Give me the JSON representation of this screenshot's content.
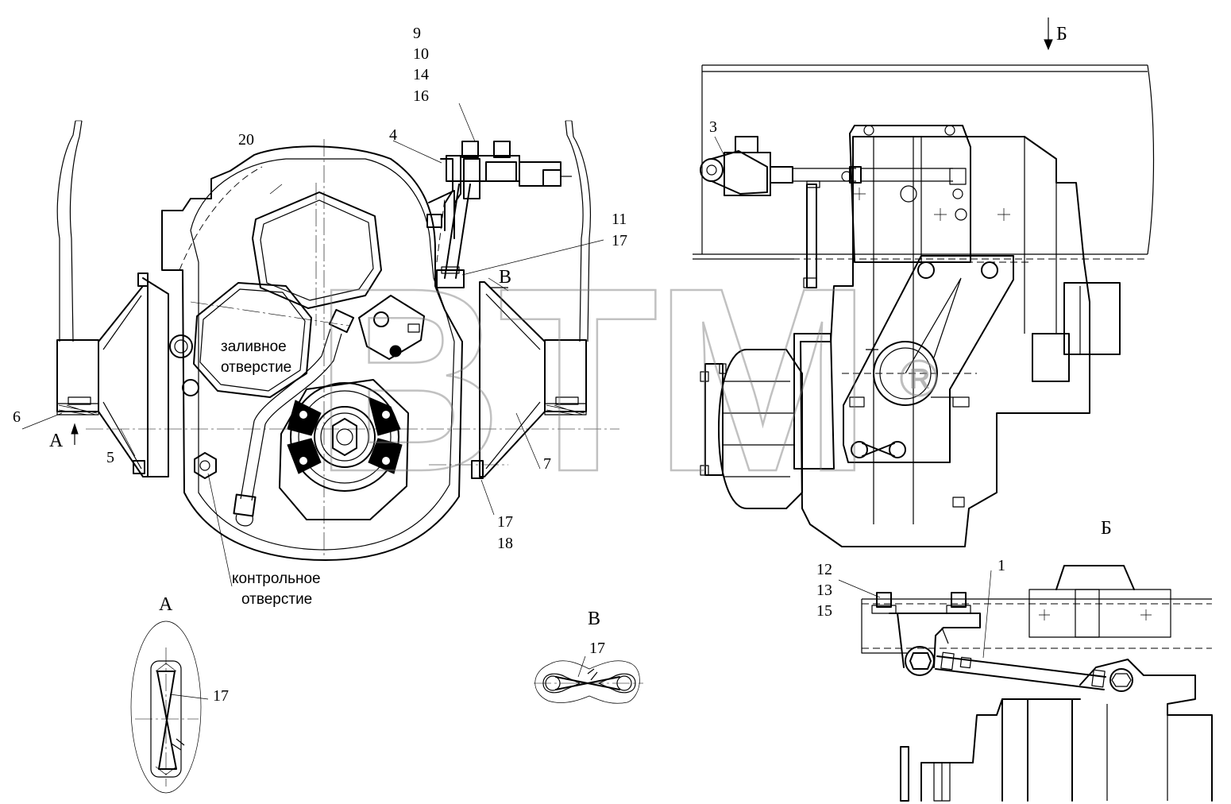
{
  "labels": {
    "l1": "1",
    "l3": "3",
    "l4": "4",
    "l5": "5",
    "l6": "6",
    "l7": "7",
    "l9": "9",
    "l10": "10",
    "l14": "14",
    "l16": "16",
    "l11": "11",
    "l17a": "17",
    "l17b": "17",
    "l18": "18",
    "l20": "20",
    "l12": "12",
    "l13": "13",
    "l15": "15",
    "l17c": "17",
    "l17d": "17"
  },
  "notes": {
    "fill_hole_1": "заливное",
    "fill_hole_2": "отверстие",
    "check_hole_1": "контрольное",
    "check_hole_2": "отверстие"
  },
  "views": {
    "view_a_arrow": "А",
    "view_a_title": "А",
    "view_b_arrow": "Б",
    "view_b_title": "Б",
    "view_v_arrow": "В",
    "view_v_title": "В"
  },
  "watermark": {
    "text": "BTM",
    "mark": "R"
  }
}
